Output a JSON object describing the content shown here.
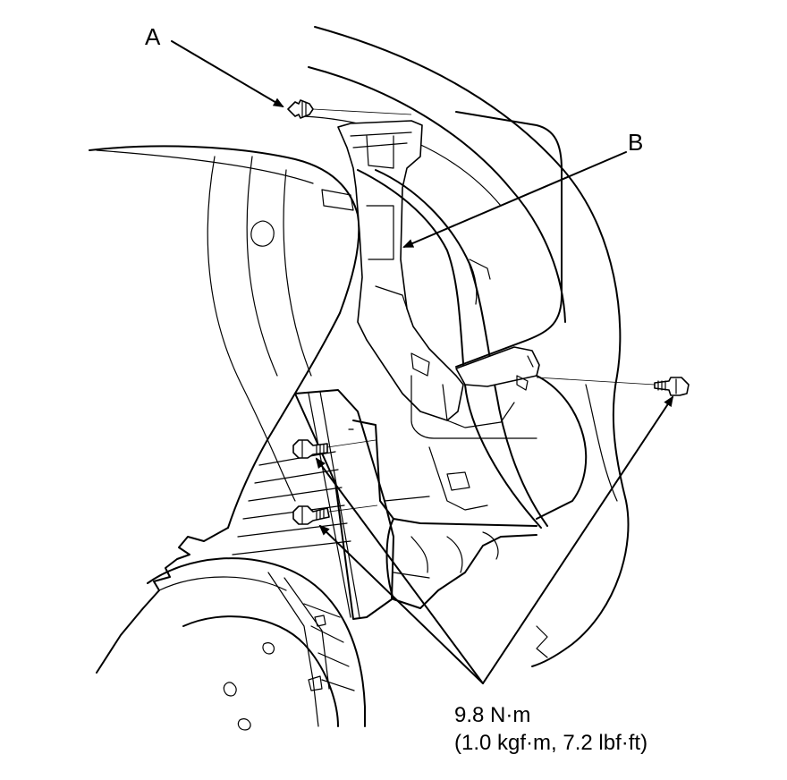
{
  "callouts": {
    "a": "A",
    "b": "B"
  },
  "torque": {
    "line1": "9.8 N·m",
    "line2": "(1.0 kgf·m, 7.2 lbf·ft)"
  }
}
